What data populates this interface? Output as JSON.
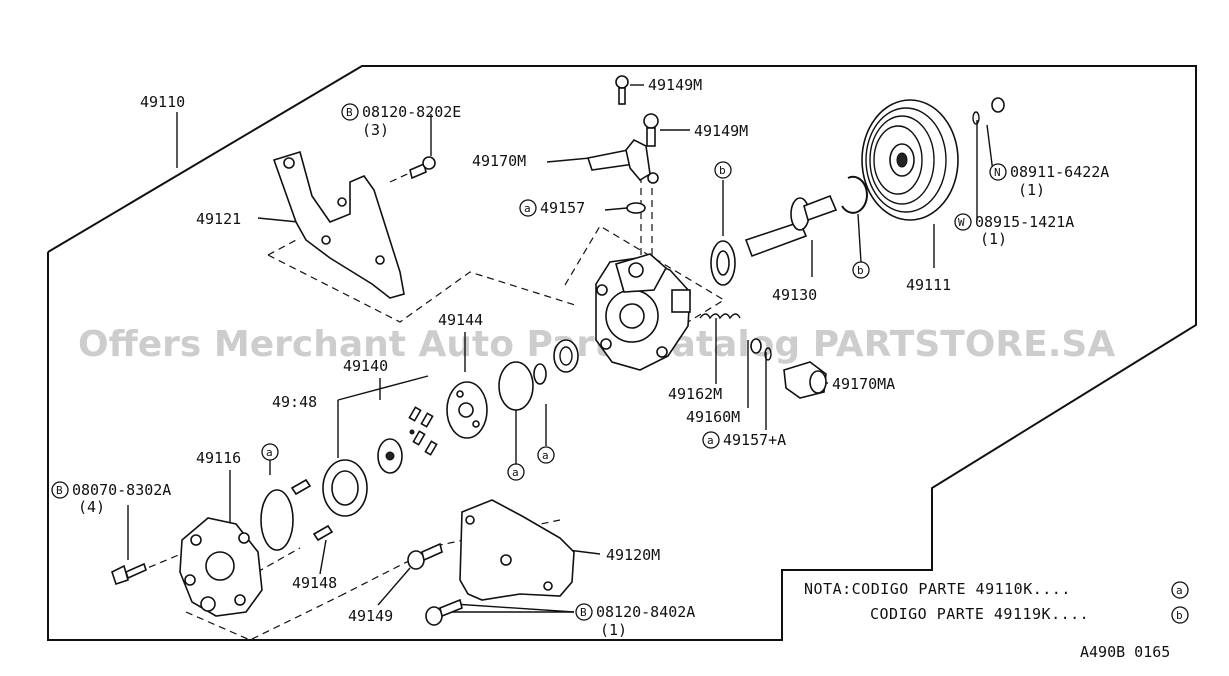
{
  "watermark": "Offers Merchant Auto Parts Catalog PARTSTORE.SA",
  "figure_code": "A490B 0165",
  "note": {
    "line1_prefix": "NOTA:CODIGO PARTE 49110K....",
    "line1_ref": "a",
    "line2_prefix": "CODIGO PARTE 49119K....",
    "line2_ref": "b"
  },
  "callouts": {
    "p49110": "49110",
    "p49121": "49121",
    "p08120_8202E": "08120-8202E",
    "p08120_8202E_prefix": "B",
    "p08120_8202E_qty": "(3)",
    "p49149M_top": "49149M",
    "p49149M_mid": "49149M",
    "p49170M": "49170M",
    "p49157": "49157",
    "p49157_prefix": "a",
    "p49111": "49111",
    "p49130": "49130",
    "p08911_6422A": "08911-6422A",
    "p08911_6422A_prefix": "N",
    "p08911_6422A_qty": "(1)",
    "p08915_1421A": "08915-1421A",
    "p08915_1421A_prefix": "W",
    "p08915_1421A_qty": "(1)",
    "p49144": "49144",
    "p49140": "49140",
    "p49148_top": "49:48",
    "p49116": "49116",
    "p08070_8302A": "08070-8302A",
    "p08070_8302A_prefix": "B",
    "p08070_8302A_qty": "(4)",
    "p49148_bottom": "49148",
    "p49149": "49149",
    "p49120M": "49120M",
    "p08120_8402A": "08120-8402A",
    "p08120_8402A_prefix": "B",
    "p08120_8402A_qty": "(1)",
    "p49162M": "49162M",
    "p49160M": "49160M",
    "p49157A": "49157+A",
    "p49157A_prefix": "a",
    "p49170MA": "49170MA"
  },
  "refs": {
    "b": "b",
    "a": "a"
  }
}
